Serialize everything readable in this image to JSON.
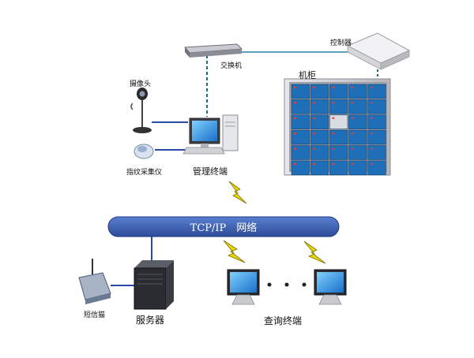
{
  "labels": {
    "switch": "交换机",
    "controller": "控制器",
    "cabinet": "机柜",
    "camera": "摄像头",
    "fingerprint": "指纹采集仪",
    "mgmt_terminal": "管理终端",
    "network": "TCP/IP　网络",
    "sms_cat": "短信猫",
    "server": "服务器",
    "query_terminal": "查询终端"
  },
  "colors": {
    "link": "#2a4aa8",
    "dashed_link": "#1a6a8a",
    "network_bar": "#3a5fb0",
    "locker_door": "#1e6fb8",
    "bolt": "#e8d800"
  },
  "icons": [
    "switch-icon",
    "controller-icon",
    "locker-cabinet-icon",
    "webcam-icon",
    "fingerprint-scanner-icon",
    "desktop-computer-icon",
    "lightning-bolt-icon",
    "gsm-modem-icon",
    "server-tower-icon",
    "monitor-icon"
  ]
}
